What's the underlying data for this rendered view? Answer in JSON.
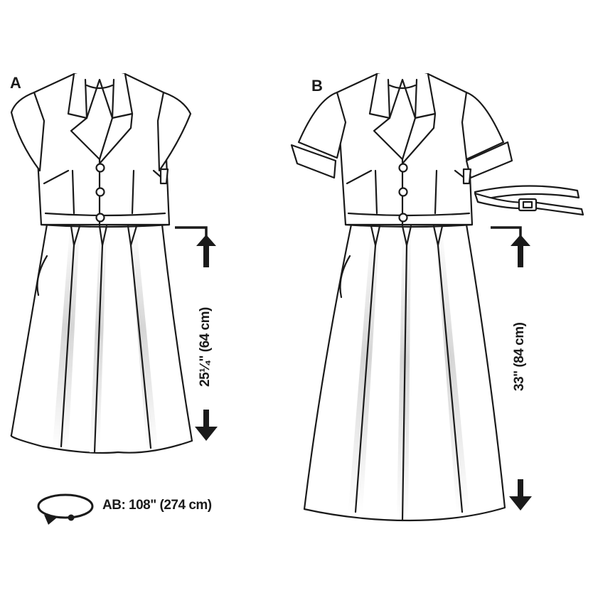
{
  "views": [
    {
      "letter": "A",
      "length_label": "25¼\" (64 cm)",
      "name": "view-a"
    },
    {
      "letter": "B",
      "length_label": "33\" (84 cm)",
      "name": "view-b"
    }
  ],
  "hem_width_label": "AB: 108\" (274 cm)",
  "colors": {
    "ink": "#1a1a1a",
    "paper": "#ffffff",
    "shade": "#d9d9d9"
  },
  "icons": [
    "front-length-arrow-icon",
    "hem-circumference-icon",
    "belt-icon"
  ]
}
